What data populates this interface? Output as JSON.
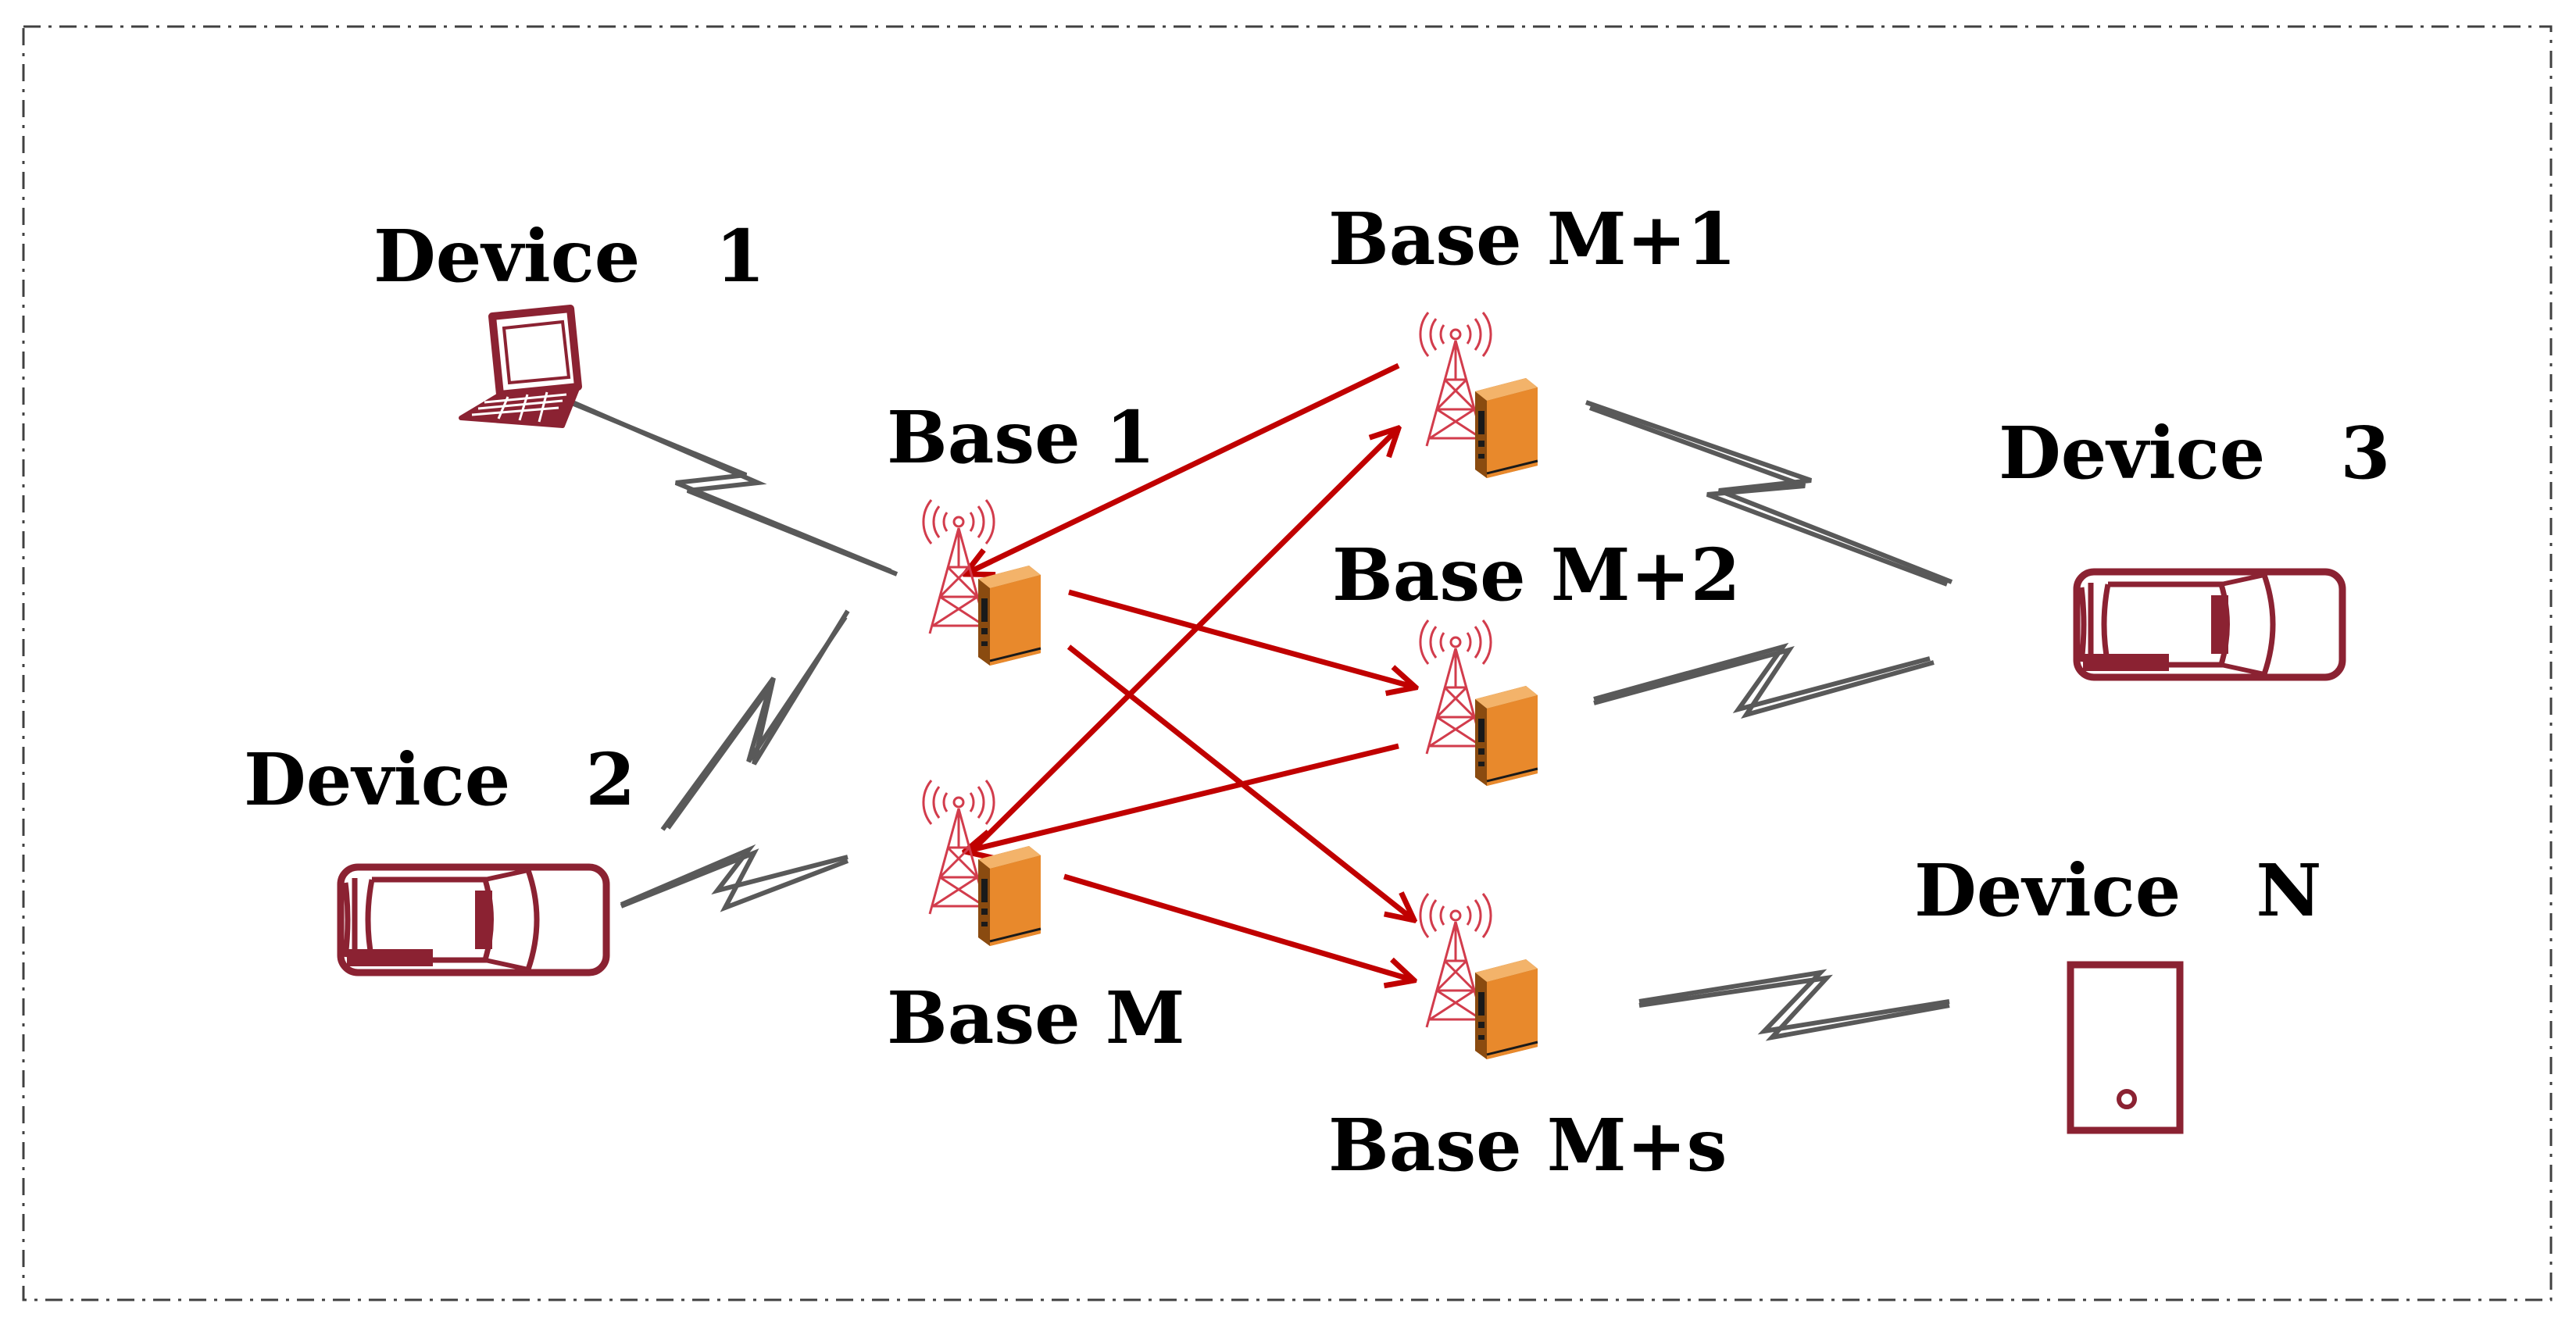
{
  "colors": {
    "link_arrow": "#c00000",
    "wireless_link": "#595959",
    "device_outline": "#8b2232",
    "tower": "#d23c4c",
    "server_body": "#e8892c",
    "frame_border": "#404040"
  },
  "devices": [
    {
      "id": "device-1",
      "label": "Device   1",
      "icon": "laptop-icon"
    },
    {
      "id": "device-2",
      "label": "Device   2",
      "icon": "car-icon"
    },
    {
      "id": "device-3",
      "label": "Device   3",
      "icon": "car-icon"
    },
    {
      "id": "device-n",
      "label": "Device   N",
      "icon": "phone-icon"
    }
  ],
  "bases": [
    {
      "id": "base-1",
      "label": "Base 1",
      "icon": "base-station-server-icon"
    },
    {
      "id": "base-m",
      "label": "Base M",
      "icon": "base-station-server-icon"
    },
    {
      "id": "base-m1",
      "label": "Base M+1",
      "icon": "base-station-server-icon"
    },
    {
      "id": "base-m2",
      "label": "Base M+2",
      "icon": "base-station-server-icon"
    },
    {
      "id": "base-ms",
      "label": "Base M+s",
      "icon": "base-station-server-icon"
    }
  ],
  "wireless_links": [
    {
      "from": "device-1",
      "to": "base-1"
    },
    {
      "from": "device-2",
      "to": "base-1"
    },
    {
      "from": "device-2",
      "to": "base-m"
    },
    {
      "from": "device-3",
      "to": "base-m1"
    },
    {
      "from": "device-3",
      "to": "base-m2"
    },
    {
      "from": "device-n",
      "to": "base-ms"
    }
  ],
  "arrows": [
    {
      "from": "base-m1",
      "to": "base-1"
    },
    {
      "from": "base-1",
      "to": "base-m2"
    },
    {
      "from": "base-1",
      "to": "base-ms"
    },
    {
      "from": "base-m",
      "to": "base-m1"
    },
    {
      "from": "base-m2",
      "to": "base-m"
    },
    {
      "from": "base-m",
      "to": "base-ms"
    }
  ]
}
